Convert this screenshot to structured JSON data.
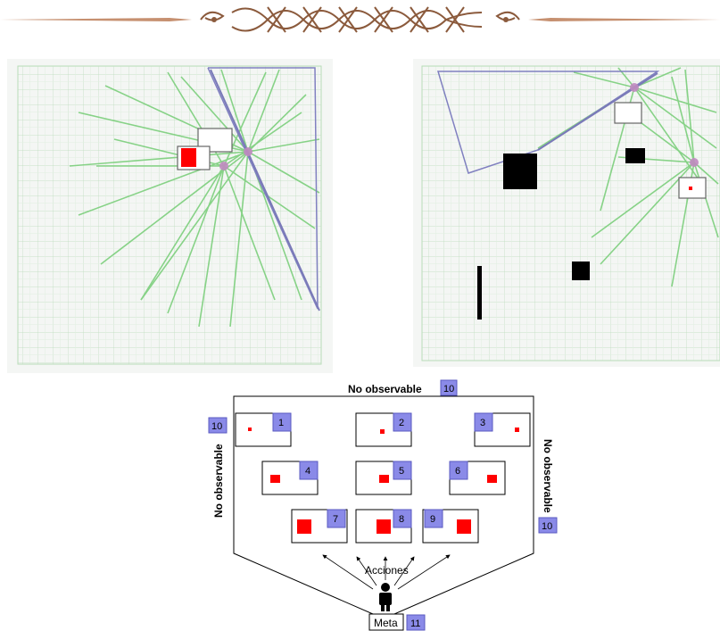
{
  "diagram": {
    "top_label": "No observable",
    "left_label": "No observable",
    "right_label": "No observable",
    "actions_label": "Acciones",
    "goal_label": "Meta",
    "badges": {
      "top": "10",
      "left": "10",
      "right": "10",
      "goal": "11",
      "states": [
        "1",
        "2",
        "3",
        "4",
        "5",
        "6",
        "7",
        "8",
        "9"
      ]
    }
  },
  "colors": {
    "grid": "#cfe6cf",
    "beam": "#7ccf7c",
    "target": "#ff0000",
    "badge": "#8a8ae8",
    "wall": "#8080c0"
  }
}
